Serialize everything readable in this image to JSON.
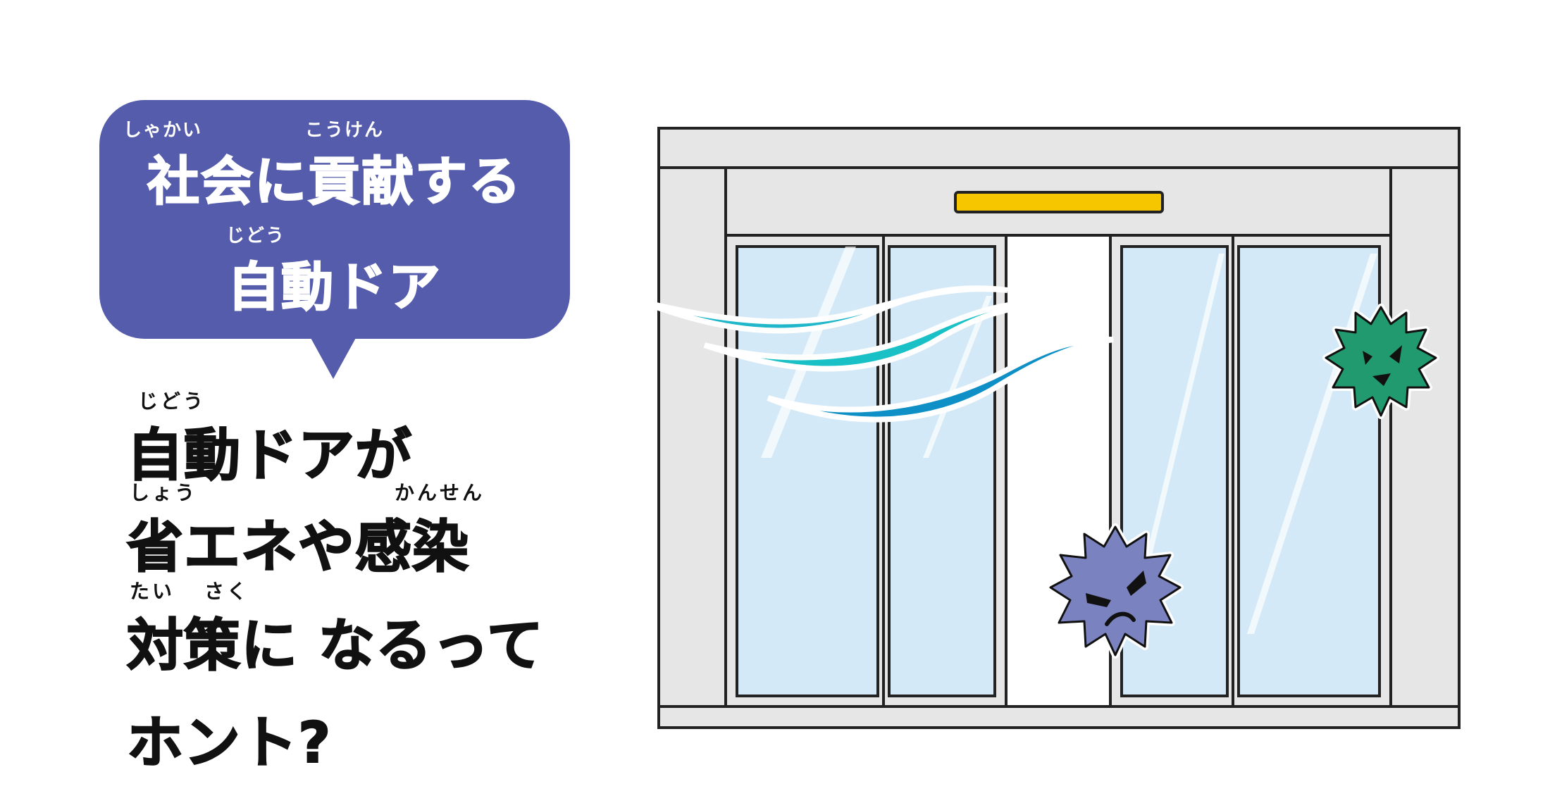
{
  "bubble": {
    "line1_ruby_a": "しゃかい",
    "line1_ruby_b": "こうけん",
    "line1": "社会に貢献する",
    "line2_ruby": "じどう",
    "line2": "自動ドア",
    "color": "#545cab"
  },
  "headline": {
    "ruby1": "じどう",
    "line1": "自動ドアが",
    "ruby2a": "しょう",
    "ruby2b": "かんせん",
    "line2": "省エネや感染",
    "ruby3a": "たい",
    "ruby3b": "さく",
    "line3": "対策に なるって",
    "line4": "ホント?"
  },
  "illustration": {
    "door_frame_color": "#e6e6e6",
    "glass_color": "#d3e9f7",
    "sensor_color": "#f6c700",
    "wind_colors": [
      "#19c1c7",
      "#0e8fc6"
    ],
    "germ_colors": [
      "#229a6f",
      "#7a82c0"
    ],
    "icons": [
      "wind-icon",
      "germ-icon",
      "angry-germ-icon"
    ]
  }
}
